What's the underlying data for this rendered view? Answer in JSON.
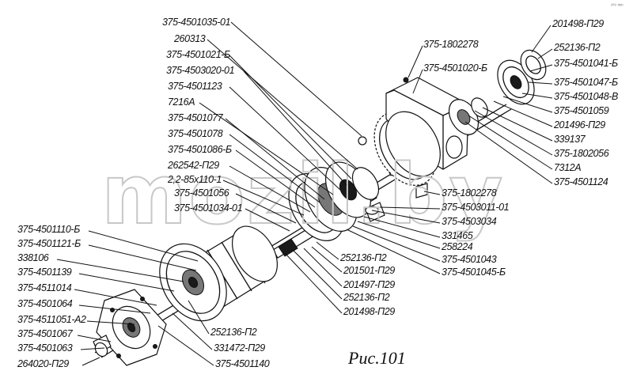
{
  "figure": {
    "caption": "Рис.101",
    "corner_mark": "¹⁰⁹ ᵐᵐ",
    "watermark": "mozil.by"
  },
  "labels": {
    "top_center": [
      "375-4501035-01",
      "260313",
      "375-4501021-Б",
      "375-4503020-01",
      "375-4501123",
      "7216А",
      "375-4501077",
      "375-4501078",
      "375-4501086-Б",
      "262542-П29",
      "2,2-85х110-1",
      "375-4501056",
      "375-4501034-01"
    ],
    "top_right_1": "375-1802278",
    "top_right_2": "375-4501020-Б",
    "right_column": [
      "201498-П29",
      "252136-П2",
      "375-4501041-Б",
      "375-4501047-Б",
      "375-4501048-В",
      "375-4501059",
      "201496-П29",
      "339137",
      "375-1802056",
      "7312А",
      "375-4501124"
    ],
    "right_middle": [
      "375-1802278",
      "375-4503011-01",
      "375-4503034",
      "331465",
      "258224",
      "375-4501043",
      "375-4501045-Б"
    ],
    "bottom_middle": [
      "252136-П2",
      "201501-П29",
      "201497-П29",
      "252136-П2",
      "201498-П29"
    ],
    "left_column": [
      "375-4501110-Б",
      "375-4501121-Б",
      "338106",
      "375-4501139",
      "375-4511014",
      "375-4501064",
      "375-4511051-А2",
      "375-4501067",
      "375-4501063",
      "264020-П29"
    ],
    "bottom_drum": [
      "252136-П2",
      "331472-П29",
      "375-4501140"
    ]
  }
}
